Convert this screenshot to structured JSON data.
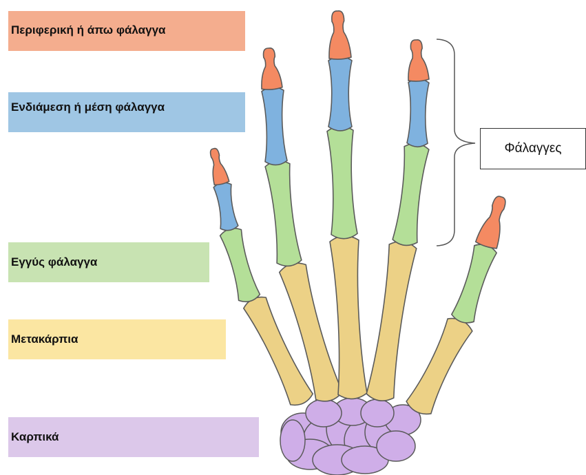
{
  "labels": {
    "distal": "Περιφερική ή άπω φάλαγγα",
    "middle": "Ενδιάμεση ή μέση φάλαγγα",
    "proximal": "Εγγύς φάλαγγα",
    "metacarpals": "Μετακάρπια",
    "carpals": "Καρπικά"
  },
  "phalanges_label": "Φάλαγγες",
  "colors": {
    "distal": "#f48a62",
    "middle": "#7fb2df",
    "proximal": "#b4df98",
    "metacarpal": "#ecd186",
    "carpal": "#cfaee8",
    "outline": "#5a5a5a"
  }
}
